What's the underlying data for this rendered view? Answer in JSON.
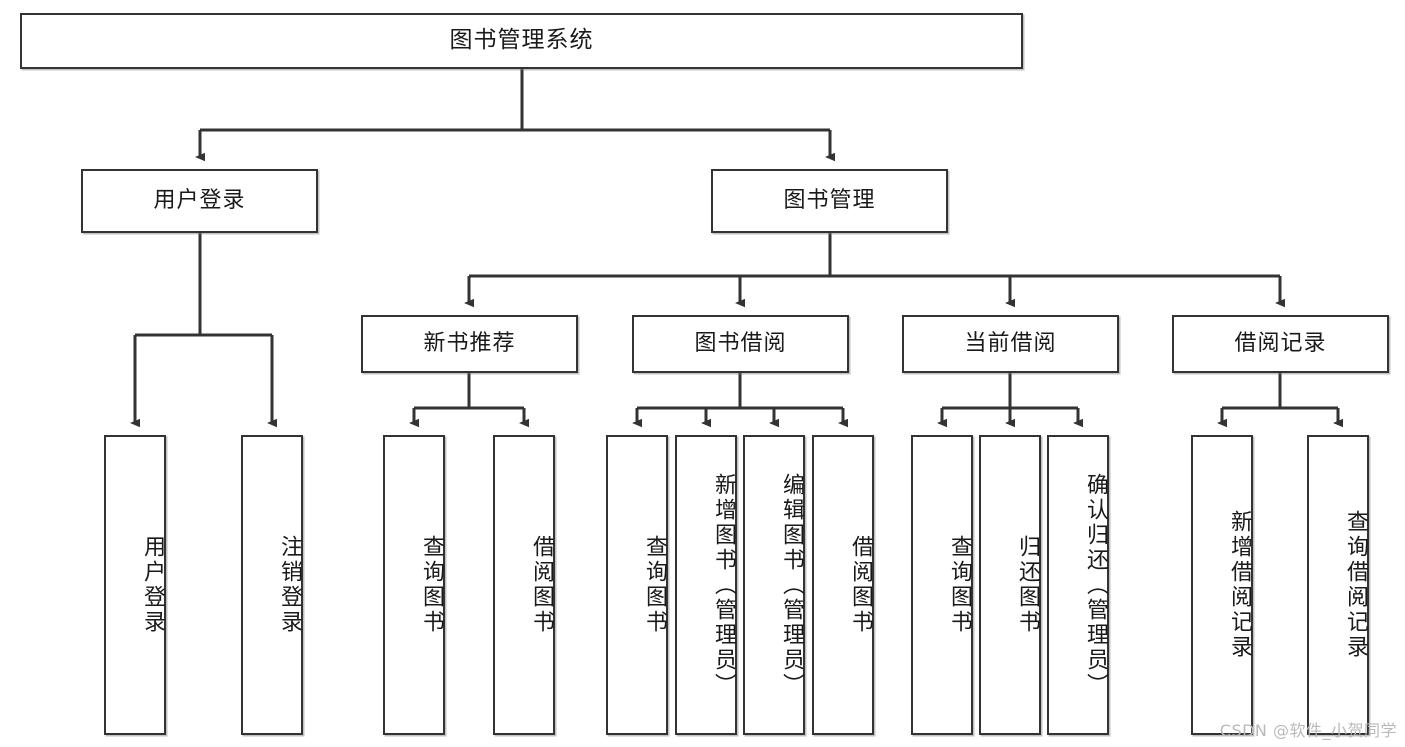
{
  "diagram": {
    "title": "图书管理系统",
    "watermark": "CSDN @软件_小贺同学",
    "colors": {
      "stroke": "#333333",
      "fill": "#ffffff",
      "text": "#1a1a1a",
      "watermark": "#b9b9b9"
    },
    "root": {
      "label": "图书管理系统"
    },
    "level2": [
      {
        "label": "用户登录"
      },
      {
        "label": "图书管理"
      }
    ],
    "level3": [
      {
        "label": "新书推荐"
      },
      {
        "label": "图书借阅"
      },
      {
        "label": "当前借阅"
      },
      {
        "label": "借阅记录"
      }
    ],
    "leaves": [
      {
        "label": "用户登录"
      },
      {
        "label": "注销登录"
      },
      {
        "label": "查询图书"
      },
      {
        "label": "借阅图书"
      },
      {
        "label": "查询图书"
      },
      {
        "label": "新增图书（管理员）"
      },
      {
        "label": "编辑图书（管理员）"
      },
      {
        "label": "借阅图书"
      },
      {
        "label": "查询图书"
      },
      {
        "label": "归还图书"
      },
      {
        "label": "确认归还（管理员）"
      },
      {
        "label": "新增借阅记录"
      },
      {
        "label": "查询借阅记录"
      }
    ]
  }
}
